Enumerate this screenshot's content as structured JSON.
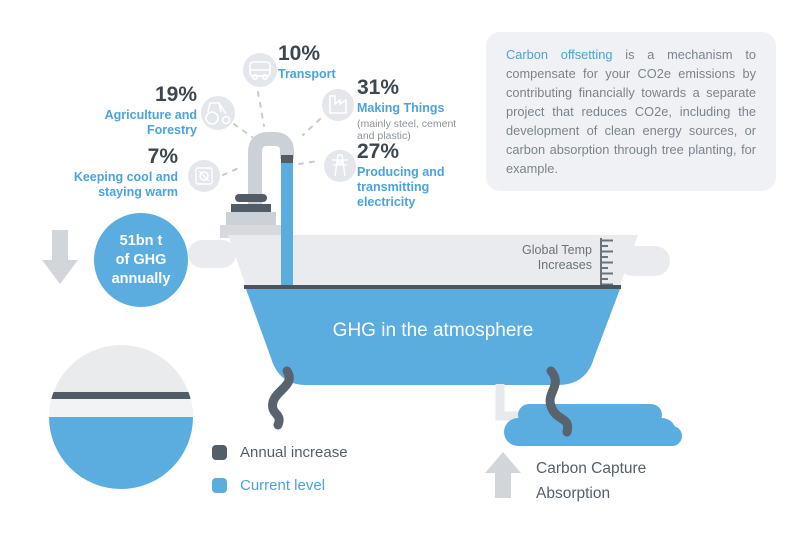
{
  "title": "Carbon offsetting bathtub infographic",
  "emissions": [
    {
      "pct": "10%",
      "label": "Transport",
      "icon": "car-icon"
    },
    {
      "pct": "19%",
      "label": "Agriculture and Forestry",
      "icon": "tractor-icon"
    },
    {
      "pct": "31%",
      "label": "Making Things",
      "note": "(mainly steel, cement and plastic)",
      "icon": "factory-icon"
    },
    {
      "pct": "7%",
      "label": "Keeping cool and staying warm",
      "icon": "air-conditioner-icon"
    },
    {
      "pct": "27%",
      "label": "Producing and transmitting electricity",
      "icon": "pylon-icon"
    }
  ],
  "info_box": {
    "highlight": "Carbon offsetting",
    "body": " is a mechanism to compensate for your CO2e emissions by contributing financially towards a separate project that reduces CO2e, including the development of clean energy sources, or carbon absorption through tree planting, for example."
  },
  "annual_flow": {
    "line1": "51bn t",
    "line2": "of GHG",
    "line3": "annually"
  },
  "bathtub": {
    "label": "GHG in the atmosphere"
  },
  "temp_scale": {
    "line1": "Global Temp",
    "line2": "Increases"
  },
  "legend": {
    "items": [
      {
        "label": "Annual increase",
        "color": "#535e68"
      },
      {
        "label": "Current level",
        "color": "#5bade0"
      }
    ]
  },
  "capture": {
    "line1": "Carbon Capture",
    "line2": "Absorption"
  },
  "colors": {
    "water_blue": "#5bade0",
    "blue_text": "#4aa3dc",
    "dark_slate": "#515c66",
    "tub_gray": "#e9ebee",
    "pipe_gray": "#ccd1d7",
    "body_text_gray": "#7b848d"
  }
}
